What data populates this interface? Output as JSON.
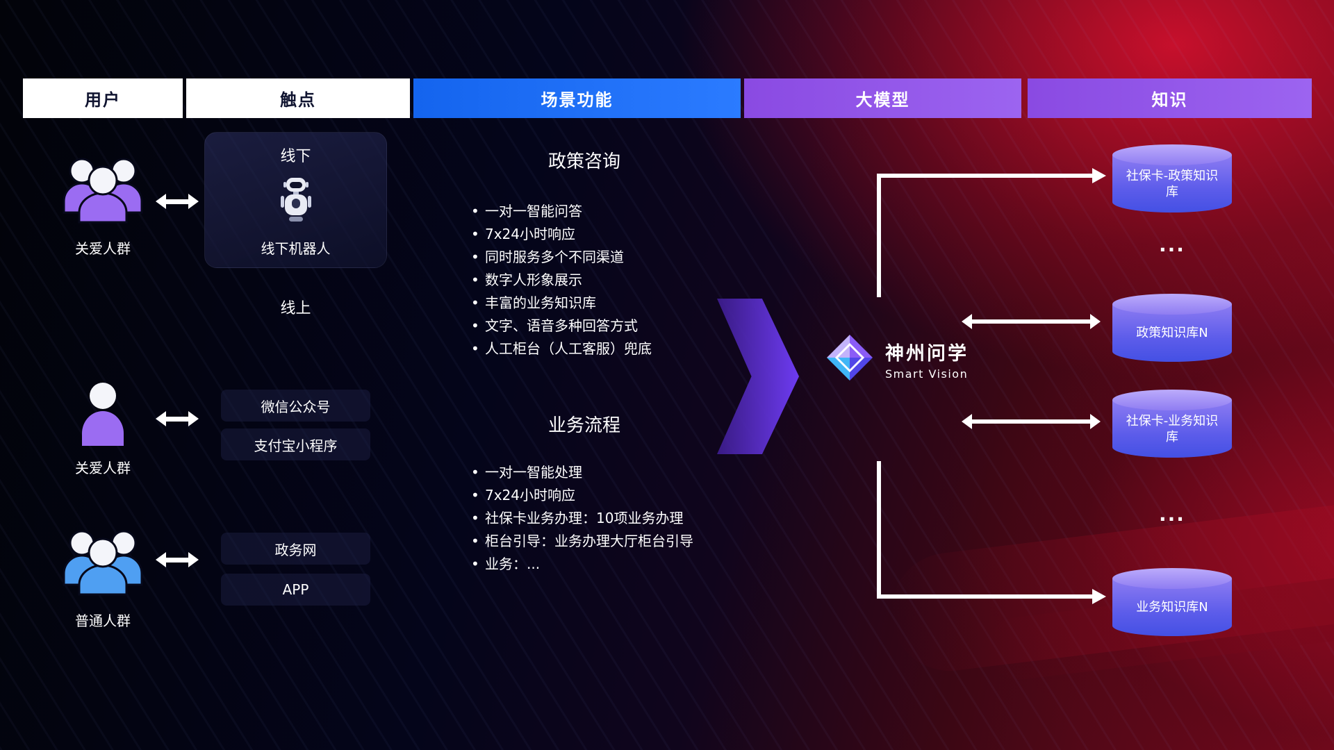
{
  "header": {
    "user": "用户",
    "touchpoint": "触点",
    "scene": "场景功能",
    "model": "大模型",
    "knowledge": "知识"
  },
  "users": {
    "care_group": "关爱人群",
    "care_single": "关爱人群",
    "general_group": "普通人群"
  },
  "touchpoints": {
    "offline_title": "线下",
    "offline_robot": "线下机器人",
    "online_title": "线上",
    "wechat": "微信公众号",
    "alipay": "支付宝小程序",
    "gov_web": "政务网",
    "app": "APP"
  },
  "scene": {
    "policy_title": "政策咨询",
    "policy_items": [
      "一对一智能问答",
      "7x24小时响应",
      "同时服务多个不同渠道",
      "数字人形象展示",
      "丰富的业务知识库",
      "文字、语音多种回答方式",
      "人工柜台（人工客服）兜底"
    ],
    "business_title": "业务流程",
    "business_items": [
      "一对一智能处理",
      "7x24小时响应",
      "社保卡业务办理：10项业务办理",
      "柜台引导：业务办理大厅柜台引导",
      "业务：..."
    ]
  },
  "model": {
    "name": "神州问学",
    "subtitle": "Smart Vision"
  },
  "knowledge": {
    "db1": "社保卡-政策知识库",
    "dots1": "...",
    "db2": "政策知识库N",
    "db3": "社保卡-业务知识库",
    "dots2": "...",
    "db4": "业务知识库N"
  },
  "colors": {
    "header_blue": "#1a6df2",
    "header_purple": "#9257e6",
    "user_purple": "#9b6cf2",
    "user_blue": "#4f9ff2",
    "cylinder_top": "#bcabfb",
    "cylinder_body_bottom": "#4450e4",
    "arrow_purple": "#6d3bf0",
    "background_red": "#a50d24",
    "connector_white": "#ffffff"
  }
}
